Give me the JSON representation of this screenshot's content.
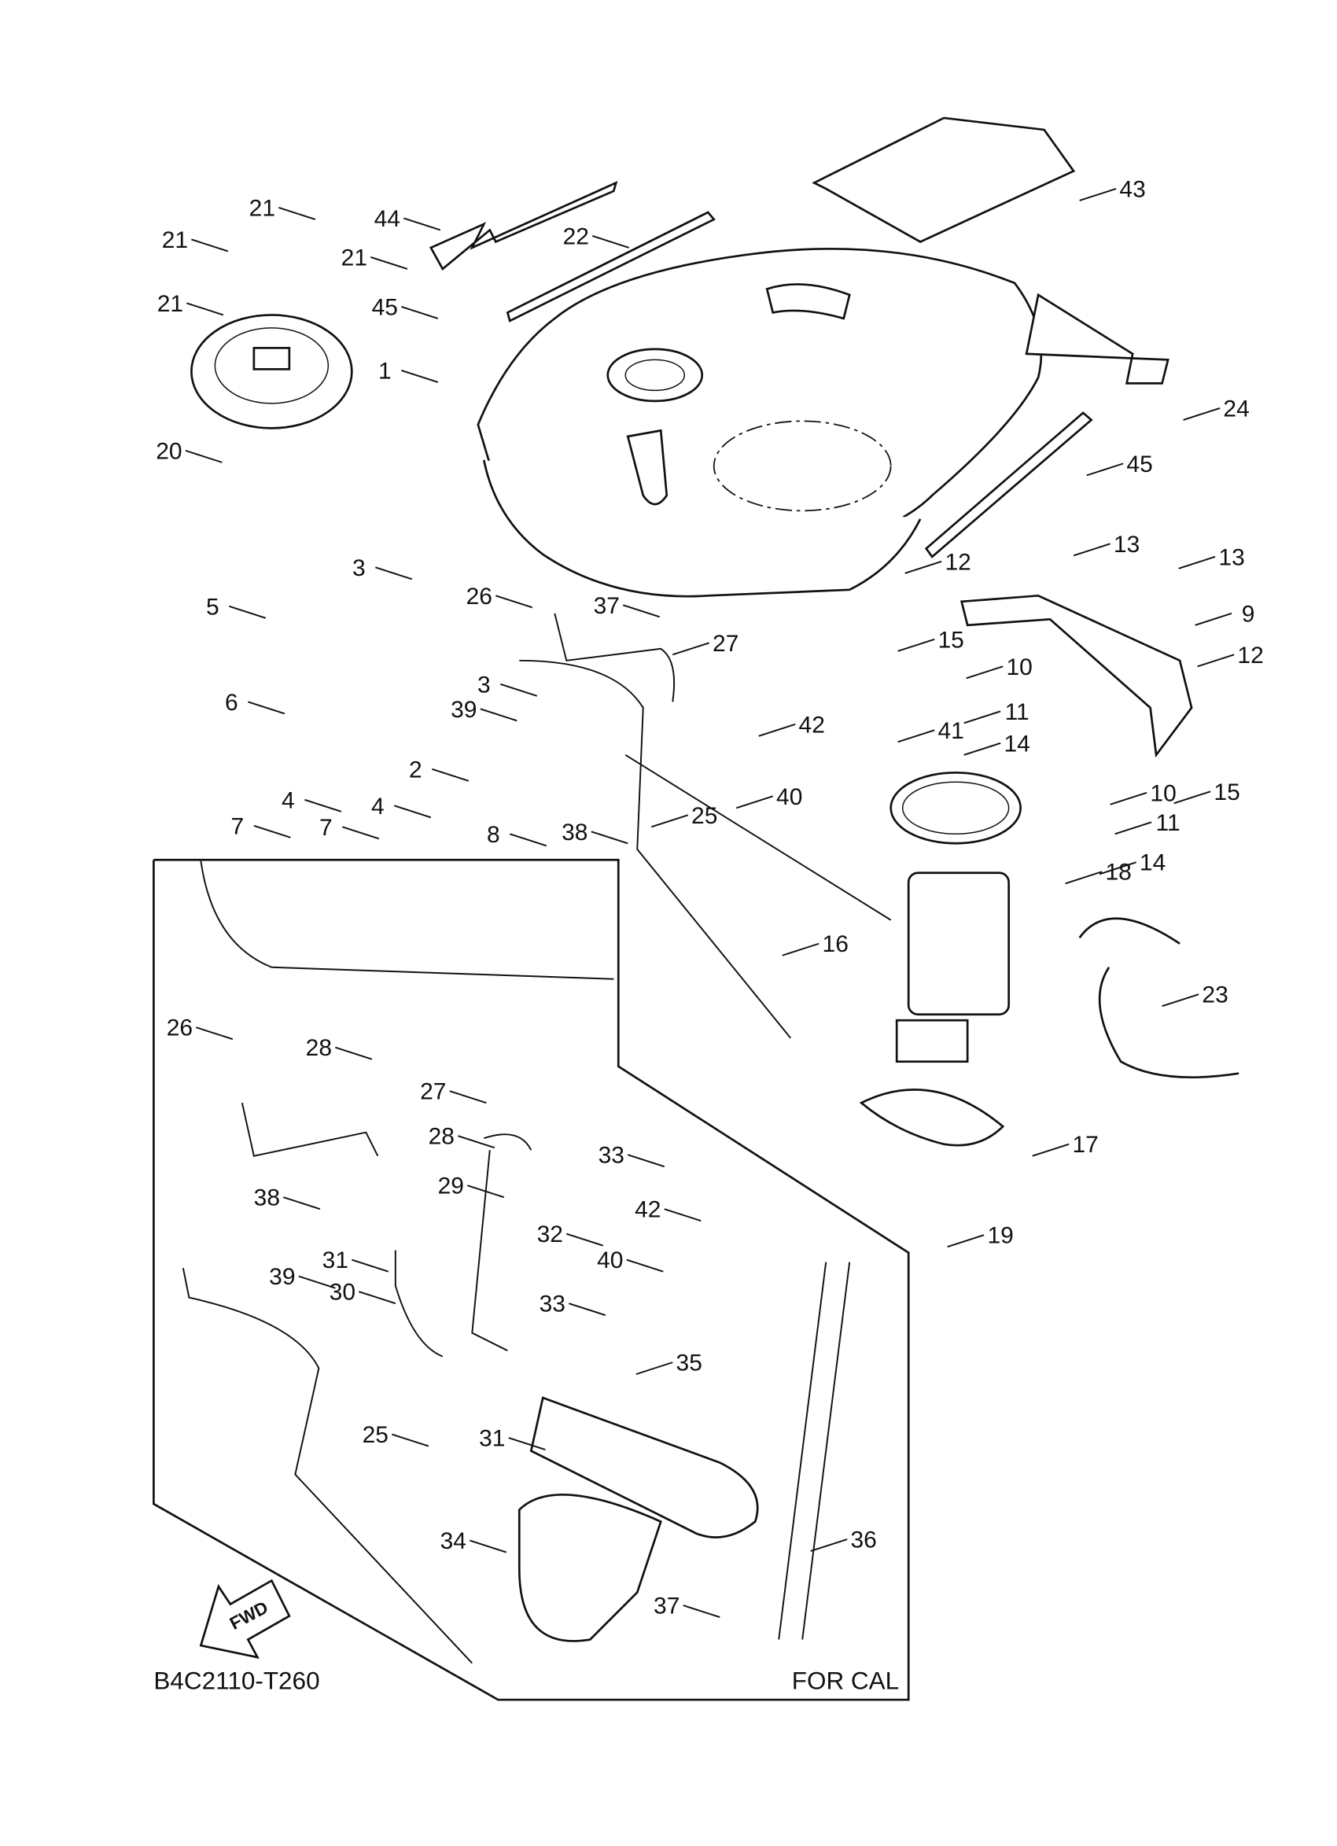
{
  "diagram": {
    "code": "B4C2110-T260",
    "inset_caption": "FOR CAL",
    "direction_badge": "FWD",
    "callouts": [
      "43",
      "44",
      "22",
      "21",
      "21",
      "21",
      "21",
      "45",
      "1",
      "24",
      "20",
      "45",
      "13",
      "12",
      "13",
      "3",
      "26",
      "37",
      "5",
      "9",
      "27",
      "15",
      "10",
      "12",
      "3",
      "6",
      "11",
      "39",
      "42",
      "41",
      "14",
      "2",
      "10",
      "15",
      "40",
      "4",
      "4",
      "25",
      "11",
      "7",
      "7",
      "8",
      "38",
      "18",
      "14",
      "16",
      "23",
      "26",
      "28",
      "27",
      "17",
      "28",
      "33",
      "38",
      "29",
      "42",
      "32",
      "19",
      "31",
      "40",
      "39",
      "30",
      "33",
      "35",
      "25",
      "31",
      "34",
      "36",
      "37"
    ]
  }
}
